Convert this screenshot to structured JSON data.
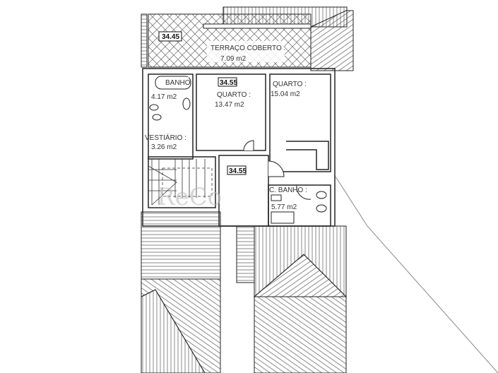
{
  "plan": {
    "terrace": {
      "tag": "34.45",
      "name": "TERRAÇO COBERTO :",
      "area": "7.09 m2"
    },
    "bath_left": {
      "name": "BANHO",
      "area": "4.17 m2",
      "area_visible": "17 m2"
    },
    "bedroom_1": {
      "tag": "34.55",
      "name": "QUARTO :",
      "area": "13.47 m2"
    },
    "bedroom_2": {
      "name": "QUARTO :",
      "area": "15.04 m2"
    },
    "closet": {
      "name": "VESTIÁRIO :",
      "area": "3.26 m2"
    },
    "hall": {
      "tag": "34.55"
    },
    "bath_right": {
      "name": "C. BANHO :",
      "area": "5.77 m2"
    }
  },
  "watermark": "ReCo",
  "colors": {
    "line": "#222222",
    "hatch": "#555555",
    "background": "#ffffff"
  }
}
